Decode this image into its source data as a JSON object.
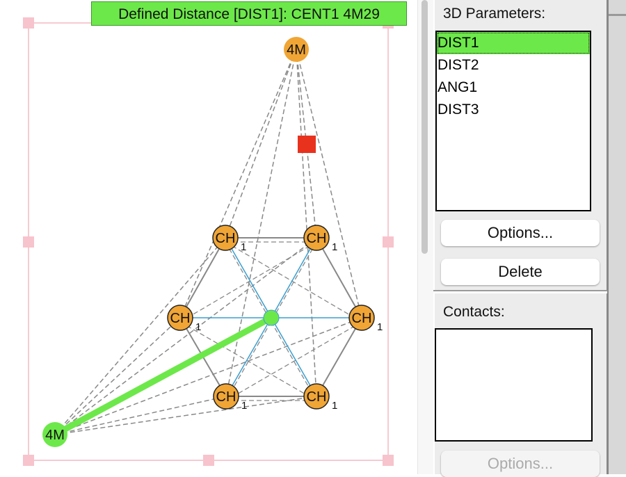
{
  "canvas": {
    "tooltip": "Defined Distance [DIST1]: CENT1 4M29",
    "atoms": [
      {
        "label": "4M",
        "sub": "",
        "color": "#f0a535"
      },
      {
        "label": "4M",
        "sub": "",
        "color": "#6de84a"
      },
      {
        "label": "CH",
        "sub": "1",
        "color": "#f0a535"
      },
      {
        "label": "CH",
        "sub": "1",
        "color": "#f0a535"
      },
      {
        "label": "CH",
        "sub": "1",
        "color": "#f0a535"
      },
      {
        "label": "CH",
        "sub": "1",
        "color": "#f0a535"
      },
      {
        "label": "CH",
        "sub": "1",
        "color": "#f0a535"
      },
      {
        "label": "CH",
        "sub": "1",
        "color": "#f0a535"
      }
    ]
  },
  "panel": {
    "params_label": "3D Parameters:",
    "params": [
      "DIST1",
      "DIST2",
      "ANG1",
      "DIST3"
    ],
    "selected": "DIST1",
    "options_label": "Options...",
    "delete_label": "Delete",
    "contacts_label": "Contacts:",
    "contacts_options_label": "Options..."
  }
}
